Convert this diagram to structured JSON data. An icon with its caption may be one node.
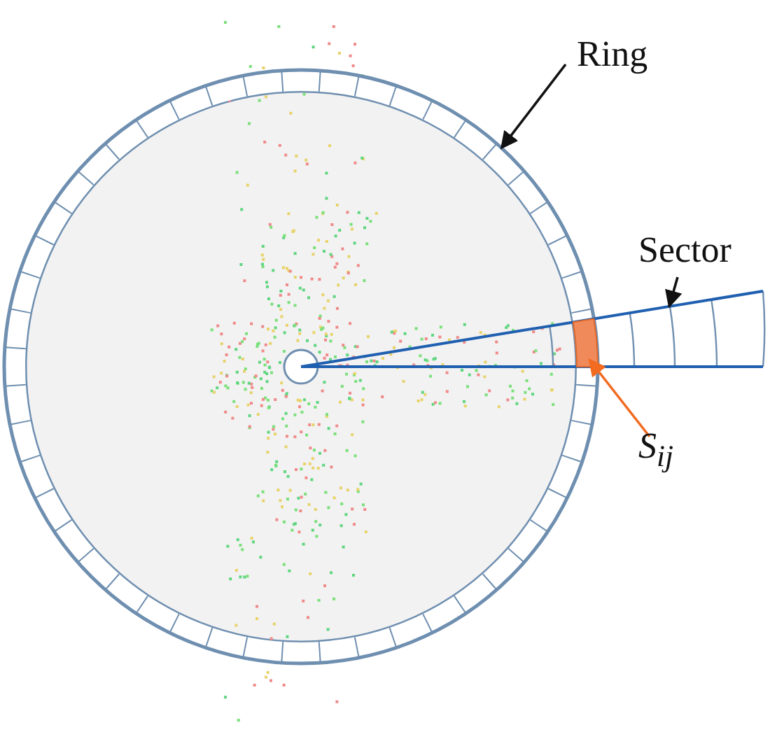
{
  "diagram": {
    "nodes": [
      {
        "text": [
          "Ring"
        ]
      },
      {
        "text": [],
        "shape": "ring"
      },
      {
        "text": [
          "Sector"
        ]
      },
      {
        "text": [],
        "shape": "sector"
      },
      {
        "text": [
          "S$_{ij}$"
        ]
      },
      {
        "text": [],
        "shape": "box"
      }
    ],
    "edges": [
      {
        "from": 0,
        "to": 1,
        "arrow": "to"
      },
      {
        "from": 2,
        "to": 3,
        "arrow": "to"
      },
      {
        "from": 4,
        "to": 5,
        "arrow": "to",
        "color": "#f26b21"
      }
    ]
  }
}
